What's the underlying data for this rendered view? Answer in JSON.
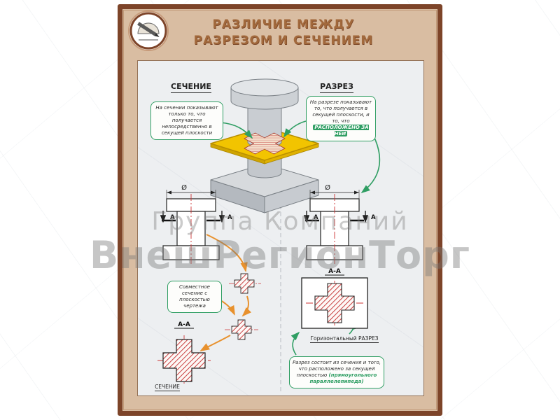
{
  "header": {
    "title_line1": "РАЗЛИЧИЕ МЕЖДУ",
    "title_line2": "РАЗРЕЗОМ И СЕЧЕНИЕМ"
  },
  "left_column": {
    "heading": "СЕЧЕНИЕ",
    "callout": "На сечении показывают только то, что получается непосредственно в секущей плоскости",
    "combined_callout": "Совместное сечение с плоскостью чертежа",
    "view_label": "А-А",
    "caption": "СЕЧЕНИЕ"
  },
  "right_column": {
    "heading": "РАЗРЕЗ",
    "callout_main": "На разрезе показывают то, что получается в секущей плоскости, и то, что",
    "callout_highlight": "РАСПОЛОЖЕНО ЗА НЕЙ",
    "view_label": "А-А",
    "caption": "Горизонтальный РАЗРЕЗ",
    "bottom_callout_main": "Разрез состоит из сечения и того, что расположено за секущей плоскостью",
    "bottom_callout_accent": "(прямоугольного параллелепипеда)"
  },
  "drawing": {
    "diameter_symbol": "Ø",
    "section_letter": "А"
  },
  "watermark": {
    "line1": "Группа Компаний",
    "line2": "ВнешРегионТорг"
  },
  "colors": {
    "frame_brown": "#7d4429",
    "frame_tan": "#d9bda2",
    "accent_green": "#2f9e63",
    "hatch_red": "#c43b3b",
    "plane_yellow": "#f2c400",
    "title_bronze": "#a2693c"
  }
}
